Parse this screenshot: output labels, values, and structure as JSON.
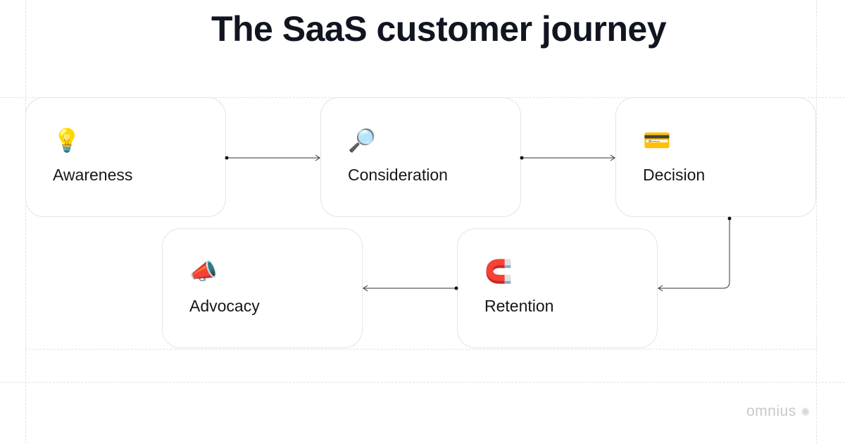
{
  "title": "The SaaS customer journey",
  "stages": [
    {
      "label": "Awareness",
      "icon": "light-bulb",
      "emoji": "💡"
    },
    {
      "label": "Consideration",
      "icon": "magnifying-glass",
      "emoji": "🔎"
    },
    {
      "label": "Decision",
      "icon": "credit-card",
      "emoji": "💳"
    },
    {
      "label": "Retention",
      "icon": "magnet",
      "emoji": "🧲"
    },
    {
      "label": "Advocacy",
      "icon": "megaphone",
      "emoji": "📣"
    }
  ],
  "logo": "omnius"
}
